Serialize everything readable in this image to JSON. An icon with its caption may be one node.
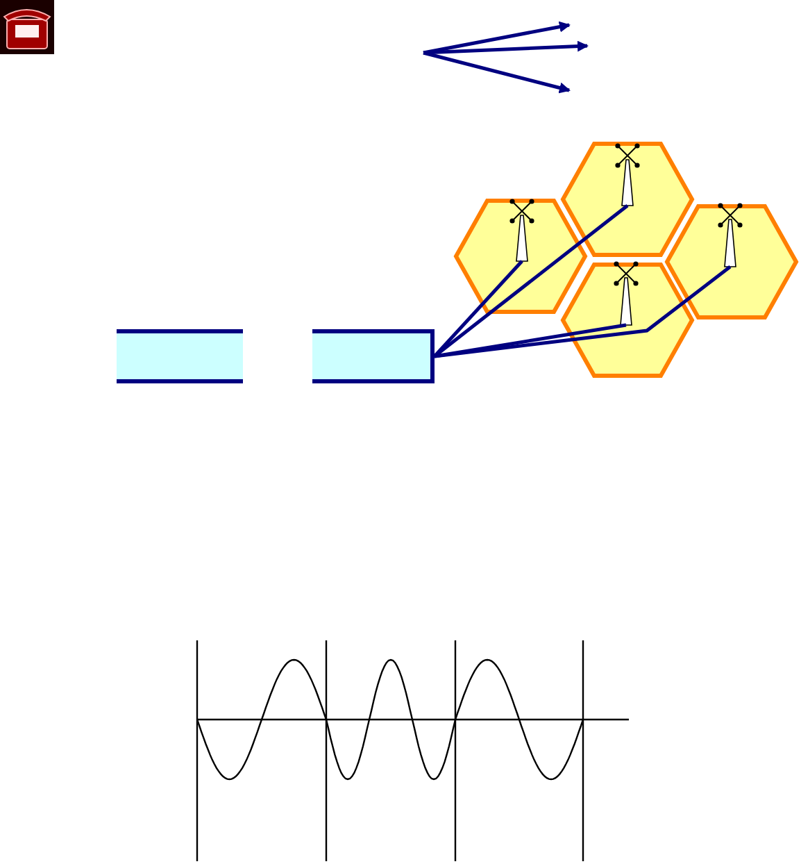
{
  "diagram": {
    "nodes": [
      {
        "text": [],
        "shape": "hexagon"
      },
      {
        "text": [],
        "shape": "tower",
        "in": 0
      },
      {
        "text": [],
        "shape": "hexagon"
      },
      {
        "text": [],
        "shape": "tower",
        "in": 2
      },
      {
        "text": [],
        "shape": "hexagon"
      },
      {
        "text": [],
        "shape": "tower",
        "in": 4
      },
      {
        "text": [],
        "shape": "hexagon"
      },
      {
        "text": [],
        "shape": "tower",
        "in": 6
      },
      {
        "text": [],
        "shape": "box"
      },
      {
        "text": [],
        "shape": "box"
      }
    ],
    "edges": [
      {
        "from": 9,
        "to": 3,
        "arrow": "none"
      },
      {
        "from": 9,
        "to": 1,
        "arrow": "none"
      },
      {
        "from": 9,
        "to": 7,
        "arrow": "none"
      },
      {
        "from": 9,
        "to": 5,
        "arrow": "none"
      }
    ]
  }
}
